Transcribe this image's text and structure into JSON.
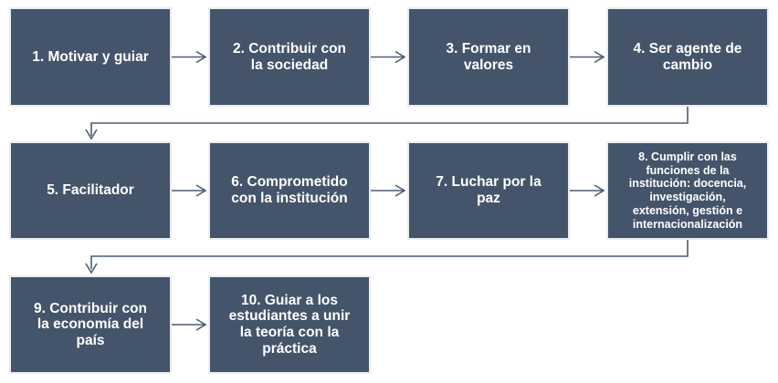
{
  "diagram": {
    "kind": "process-flow-diagram",
    "language": "es",
    "steps": [
      {
        "number": 1,
        "text": "1. Motivar y guiar",
        "display": "1. Motivar y guiar"
      },
      {
        "number": 2,
        "text": "2. Contribuir con la sociedad",
        "display": "2. Contribuir con\nla sociedad"
      },
      {
        "number": 3,
        "text": "3. Formar en valores",
        "display": "3. Formar en\nvalores"
      },
      {
        "number": 4,
        "text": "4. Ser agente de cambio",
        "display": "4. Ser agente de\ncambio"
      },
      {
        "number": 5,
        "text": "5. Facilitador",
        "display": "5. Facilitador"
      },
      {
        "number": 6,
        "text": "6. Comprometido con la institución",
        "display": "6. Comprometido\ncon la institución"
      },
      {
        "number": 7,
        "text": "7. Luchar por la paz",
        "display": "7. Luchar por la\npaz"
      },
      {
        "number": 8,
        "text": "8. Cumplir con las funciones de la institución: docencia, investigación, extensión, gestión e internacionalización",
        "display": "8. Cumplir con las\nfunciones de la\ninstitución: docencia,\ninvestigación,\nextensión, gestión e\ninternacionalización"
      },
      {
        "number": 9,
        "text": "9. Contribuir con la economía del país",
        "display": "9. Contribuir con\nla economía del\npaís"
      },
      {
        "number": 10,
        "text": "10. Guiar a los estudiantes a unir la teoría con la práctica",
        "display": "10. Guiar a los\nestudiantes a unir\nla teoría con la\npráctica"
      }
    ],
    "connectors": [
      {
        "from": 1,
        "to": 2
      },
      {
        "from": 2,
        "to": 3
      },
      {
        "from": 3,
        "to": 4
      },
      {
        "from": 4,
        "to": 5
      },
      {
        "from": 5,
        "to": 6
      },
      {
        "from": 6,
        "to": 7
      },
      {
        "from": 7,
        "to": 8
      },
      {
        "from": 8,
        "to": 9
      },
      {
        "from": 9,
        "to": 10
      }
    ]
  },
  "colors": {
    "box_fill": "#44546A",
    "box_border": "#EBEDF0",
    "text_color": "#FFFFFF",
    "connector_color": "#4D5C75",
    "background": "#FFFFFF"
  }
}
